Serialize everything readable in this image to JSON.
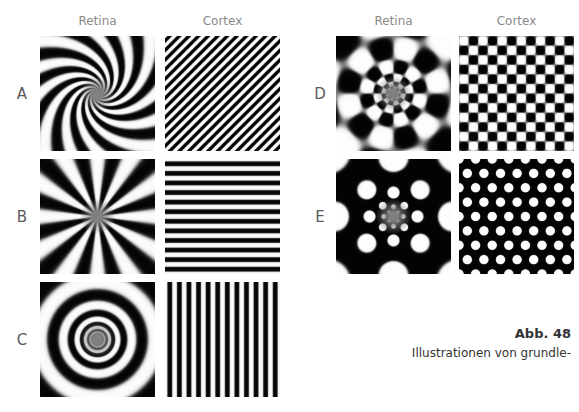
{
  "diagram": {
    "caption": "Illustrationen von grundle-",
    "labels": [
      "Retina",
      "Cortex",
      "Retina",
      "Cortex",
      "A",
      "B",
      "C",
      "D",
      "E",
      "Abb. 48"
    ]
  }
}
